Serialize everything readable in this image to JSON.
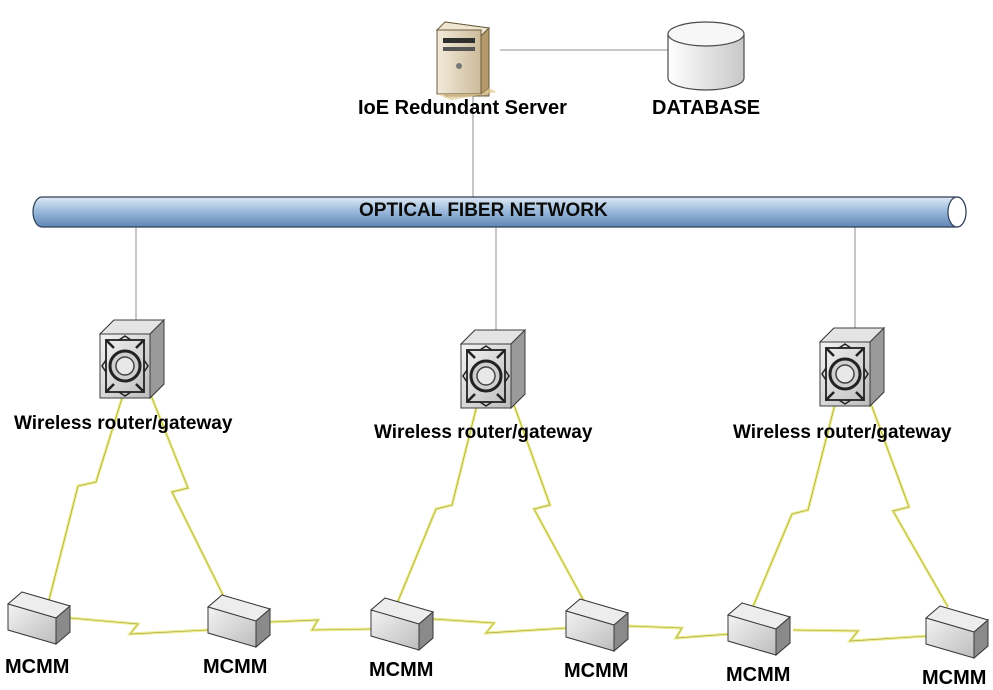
{
  "server": {
    "label": "IoE Redundant Server",
    "icon": "server-icon"
  },
  "database": {
    "label": "DATABASE",
    "icon": "database-icon"
  },
  "network": {
    "label": "OPTICAL FIBER NETWORK",
    "color": "#9dbbdd"
  },
  "routers": [
    {
      "label": "Wireless router/gateway",
      "icon": "router-icon"
    },
    {
      "label": "Wireless router/gateway",
      "icon": "router-icon"
    },
    {
      "label": "Wireless router/gateway",
      "icon": "router-icon"
    }
  ],
  "nodes": [
    {
      "label": "MCMM",
      "icon": "module-icon"
    },
    {
      "label": "MCMM",
      "icon": "module-icon"
    },
    {
      "label": "MCMM",
      "icon": "module-icon"
    },
    {
      "label": "MCMM",
      "icon": "module-icon"
    },
    {
      "label": "MCMM",
      "icon": "module-icon"
    },
    {
      "label": "MCMM",
      "icon": "module-icon"
    }
  ],
  "colors": {
    "wireless_link": "#ecec8a",
    "wire": "#8f8f8f"
  }
}
